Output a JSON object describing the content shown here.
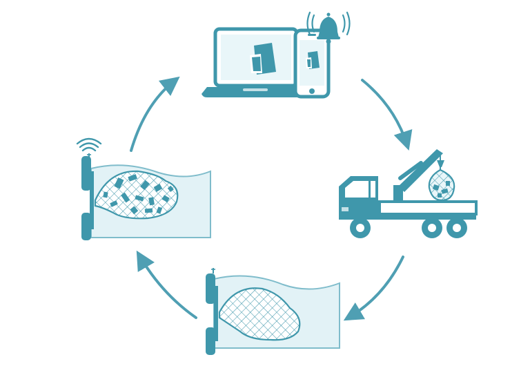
{
  "colors": {
    "primary": "#3f97ab",
    "light": "#d9eef3",
    "lighter": "#e9f6f9",
    "dark": "#2f7d90"
  },
  "cycle": {
    "steps": [
      {
        "id": "notification",
        "icon": "laptop-phone-alert-icon"
      },
      {
        "id": "collection",
        "icon": "crane-truck-icon"
      },
      {
        "id": "empty-net",
        "icon": "empty-drain-net-icon"
      },
      {
        "id": "full-net",
        "icon": "full-drain-net-sensor-icon"
      }
    ],
    "arrows": [
      "arrow-top-to-right",
      "arrow-right-to-bottom",
      "arrow-bottom-to-left",
      "arrow-left-to-top"
    ]
  }
}
